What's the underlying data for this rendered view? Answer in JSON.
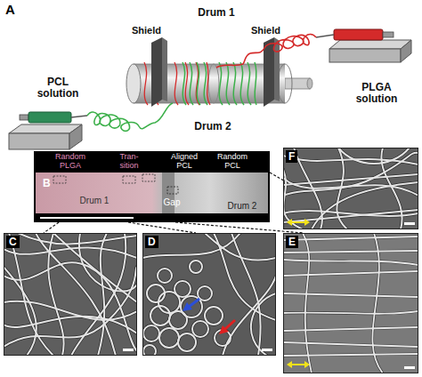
{
  "diagram": {
    "nodes": [
      {
        "text": [
          "B"
        ]
      },
      {
        "text": [
          "C"
        ]
      },
      {
        "text": [
          "D"
        ]
      },
      {
        "text": [
          "E"
        ]
      },
      {
        "text": [
          "F"
        ]
      }
    ],
    "edges": [
      {
        "from": 0,
        "to": 1,
        "arrow": "none"
      },
      {
        "from": 0,
        "to": 2,
        "arrow": "none"
      },
      {
        "from": 0,
        "to": 3,
        "arrow": "none"
      },
      {
        "from": 0,
        "to": 4,
        "arrow": "none"
      }
    ],
    "labels": [
      "A",
      "Drum 1",
      "Shield",
      "Shield",
      "PCL solution",
      "PLGA solution",
      "Drum 2",
      "Random PLGA",
      "Tran- sition",
      "Aligned PCL",
      "Random PCL",
      "Drum 1",
      "Gap",
      "Drum 2"
    ]
  }
}
